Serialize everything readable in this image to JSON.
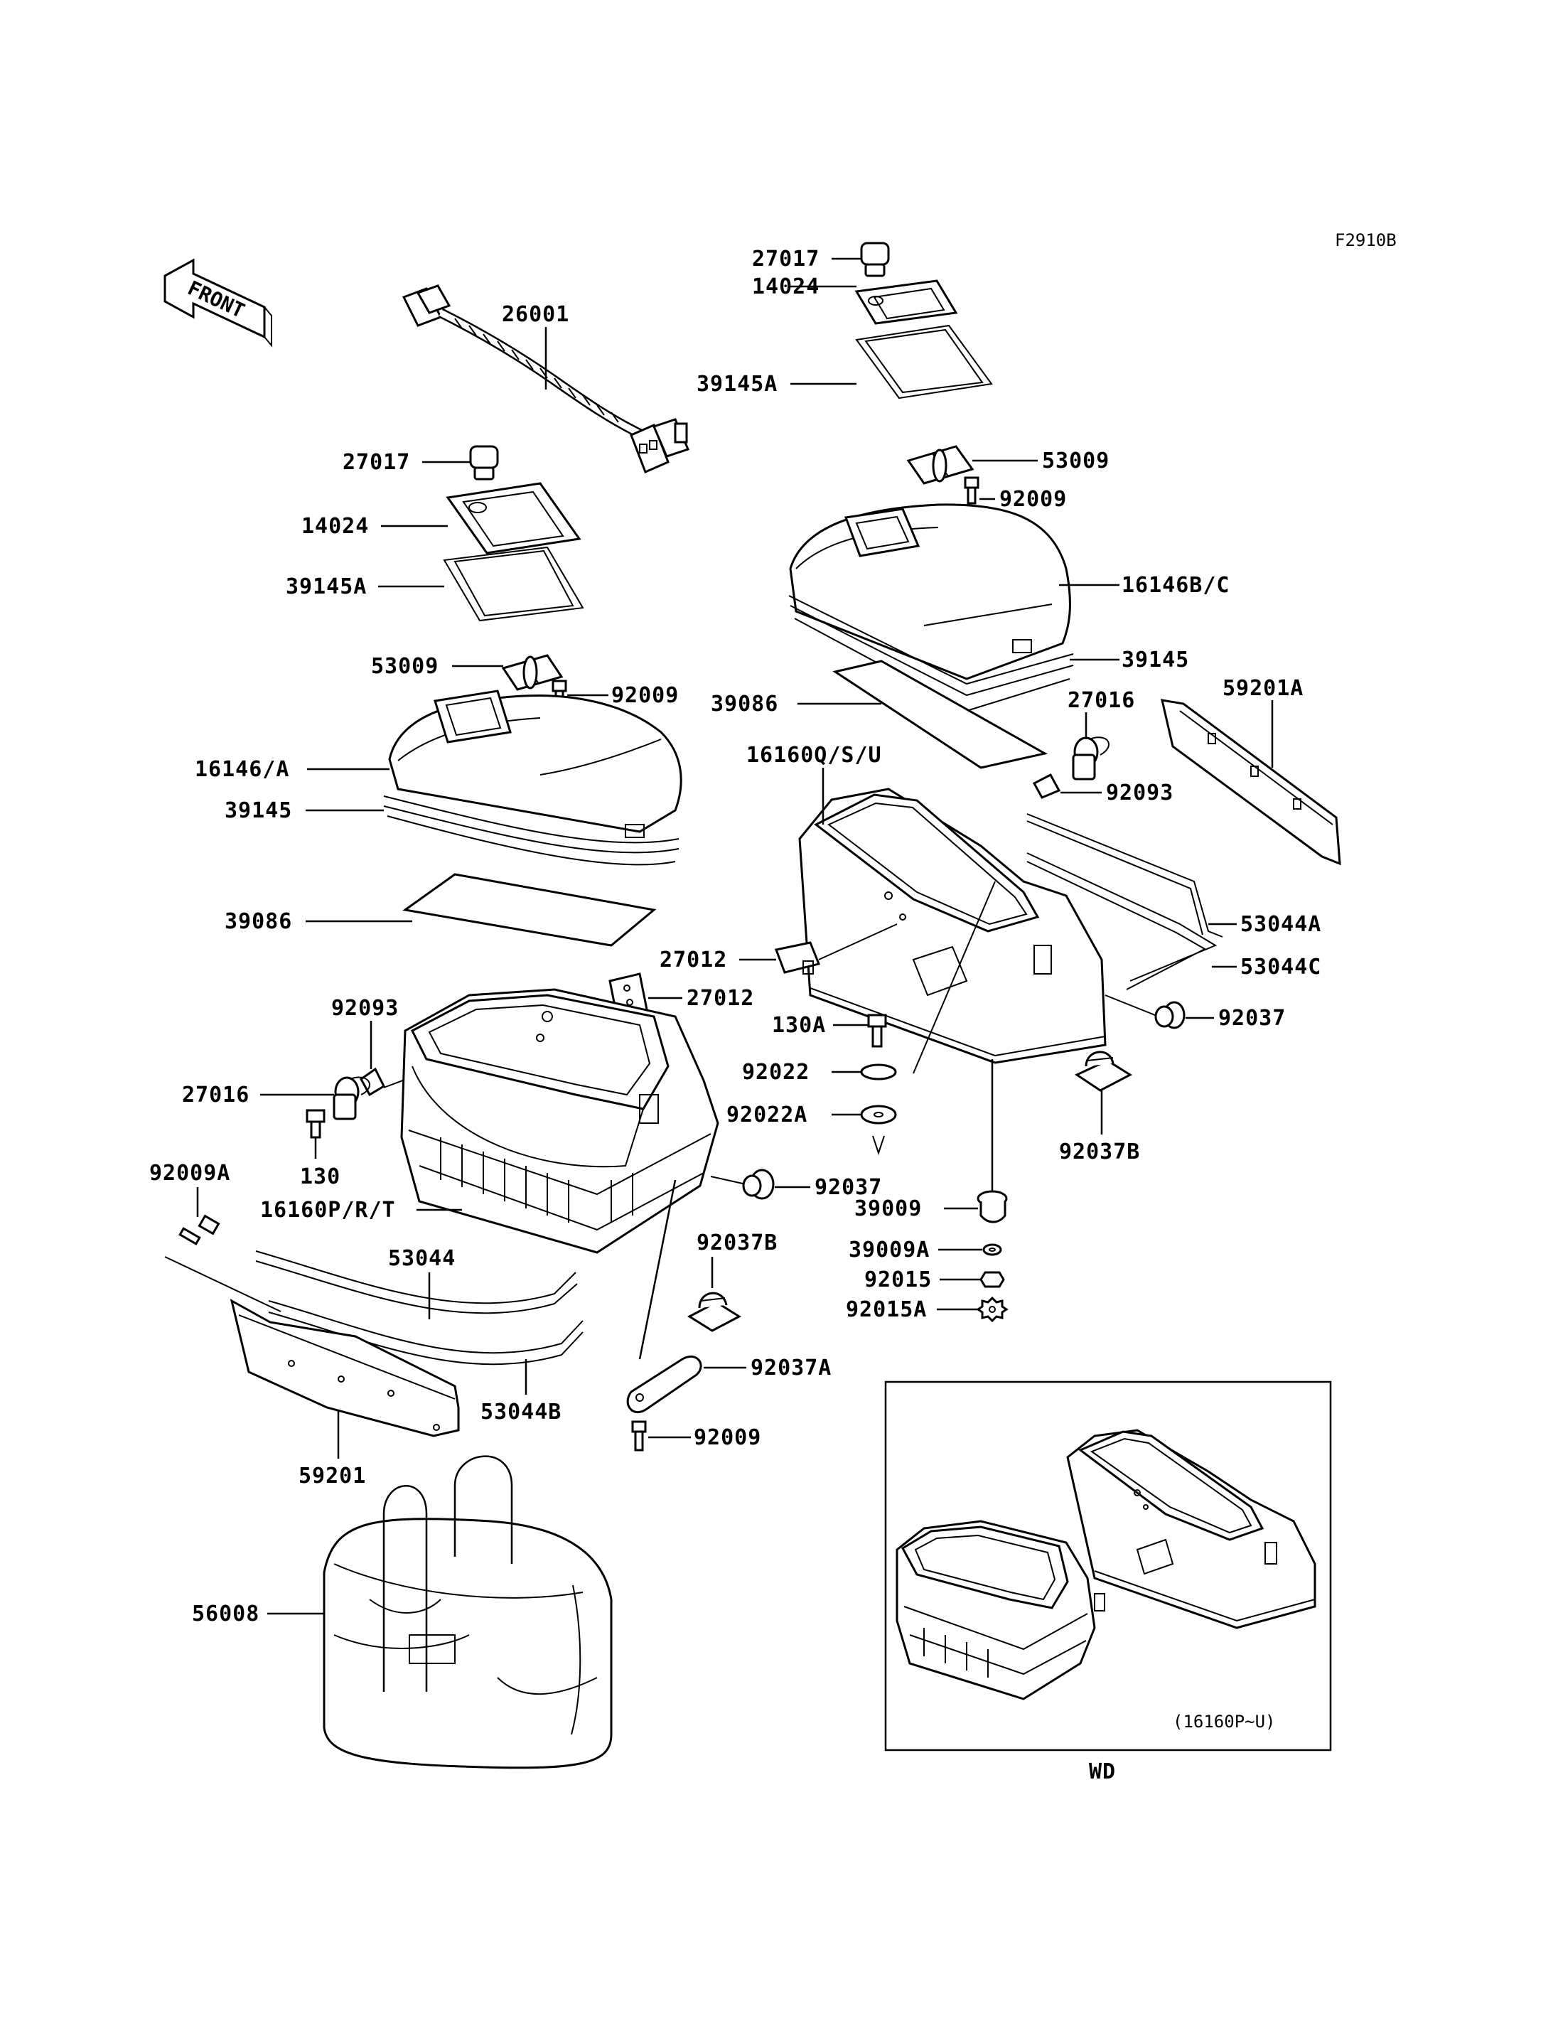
{
  "diagram_code": "F2910B",
  "front_label": "FRONT",
  "inset": {
    "caption": "(16160P~U)",
    "footer": "WD"
  },
  "labels": {
    "p26001": "26001",
    "p27017_top": "27017",
    "p14024_top": "14024",
    "p39145A_top": "39145A",
    "p53009_right": "53009",
    "p92009_right": "92009",
    "p16146BC": "16146B/C",
    "p39145_right": "39145",
    "p39086_right": "39086",
    "p27016_right": "27016",
    "p59201A": "59201A",
    "p16160QSU": "16160Q/S/U",
    "p92093_right": "92093",
    "p53044A": "53044A",
    "p53044C": "53044C",
    "p27012_mid": "27012",
    "p92037_right": "92037",
    "p130A": "130A",
    "p92022": "92022",
    "p92022A": "92022A",
    "p92037B_right": "92037B",
    "p27017_left": "27017",
    "p14024_left": "14024",
    "p39145A_left": "39145A",
    "p53009_left": "53009",
    "p92009_left": "92009",
    "p16146A": "16146/A",
    "p39145_left": "39145",
    "p39086_left": "39086",
    "p92093_left": "92093",
    "p27012_left": "27012",
    "p27016_left": "27016",
    "p130": "130",
    "p92009A": "92009A",
    "p16160PRT": "16160P/R/T",
    "p92037_mid": "92037",
    "p92037B_mid": "92037B",
    "p39009": "39009",
    "p39009A": "39009A",
    "p92015": "92015",
    "p92015A": "92015A",
    "p53044": "53044",
    "p53044B": "53044B",
    "p92037A": "92037A",
    "p92009_bottom": "92009",
    "p59201": "59201",
    "p56008": "56008"
  }
}
